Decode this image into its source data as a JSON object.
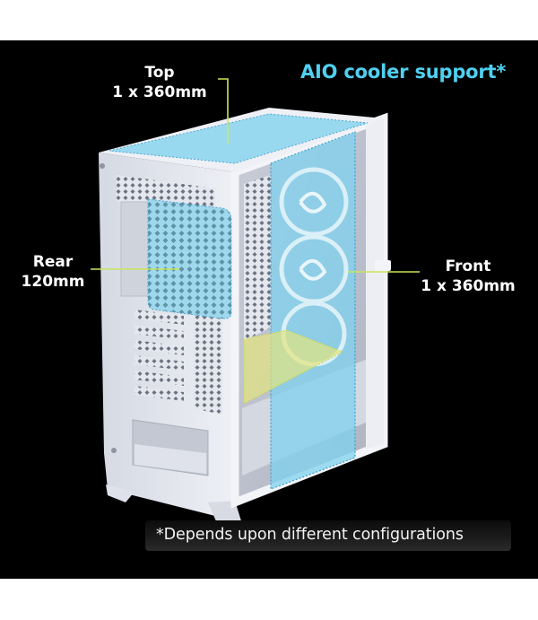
{
  "headline": {
    "text": "AIO cooler support*",
    "color": "#4fd0f0"
  },
  "callouts": {
    "top": {
      "line1": "Top",
      "line2": "1 x 360mm"
    },
    "rear": {
      "line1": "Rear",
      "line2": "120mm"
    },
    "front": {
      "line1": "Front",
      "line2": "1 x 360mm"
    }
  },
  "footnote": {
    "text": "*Depends upon different configurations"
  },
  "colors": {
    "background": "#000000",
    "leader_line": "#c8e65a",
    "radiator_zone": "#7fd2ee",
    "bottom_zone": "#d8e27a",
    "case_body": "#e9ecf2"
  }
}
